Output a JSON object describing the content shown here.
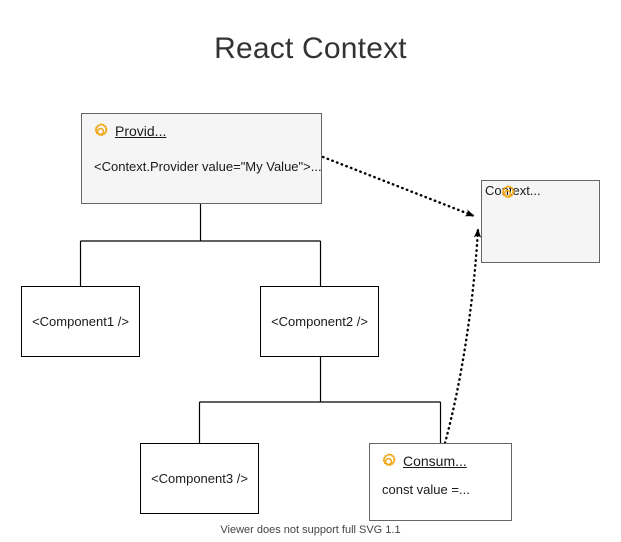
{
  "page": {
    "title": "React Context",
    "footer_note": "Viewer does not support full SVG 1.1",
    "background_color": "#ffffff",
    "title_color": "#333333"
  },
  "theme": {
    "gear_icon_color": "#f0a818",
    "shaded_node_fill": "#f5f5f5",
    "plain_node_fill": "#ffffff",
    "shaded_node_stroke": "#666666",
    "plain_node_stroke": "#000000",
    "connector_color": "#000000",
    "dotted_arrow_color": "#000000"
  },
  "nodes": {
    "provider": {
      "icon": "gear-icon",
      "title": "Provid...",
      "detail": "<Context.Provider value=\"My Value\">..."
    },
    "context": {
      "icon": "gear-icon",
      "title": "Context..."
    },
    "consumer": {
      "icon": "gear-icon",
      "title": "Consum...",
      "detail": "const value =..."
    },
    "component1": {
      "label": "<Component1 />"
    },
    "component2": {
      "label": "<Component2 />"
    },
    "component3": {
      "label": "<Component3 />"
    }
  },
  "edges": [
    {
      "name": "provider-to-component1",
      "style": "solid",
      "arrow": "none"
    },
    {
      "name": "provider-to-component2",
      "style": "solid",
      "arrow": "none"
    },
    {
      "name": "component2-to-component3",
      "style": "solid",
      "arrow": "none"
    },
    {
      "name": "component2-to-consumer",
      "style": "solid",
      "arrow": "none"
    },
    {
      "name": "provider-to-context",
      "style": "dotted",
      "arrow": "filled-triangle"
    },
    {
      "name": "consumer-to-context",
      "style": "dotted",
      "arrow": "filled-triangle"
    }
  ]
}
